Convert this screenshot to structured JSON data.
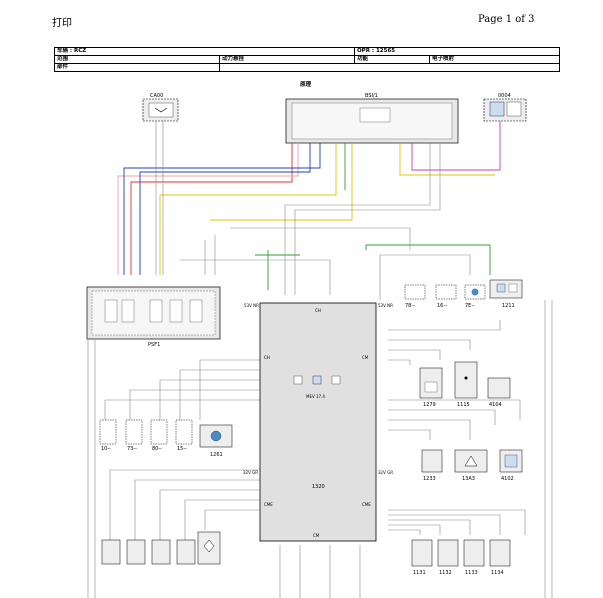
{
  "header": {
    "left": "打印",
    "right": "Page 1 of 3"
  },
  "info": {
    "vehicle": "车辆 : RCZ",
    "opr": "OPR : 12565",
    "scope_label": "范围",
    "scope_value": "动力悬挂",
    "function_label": "功能",
    "function_value": "电子喷射",
    "part_label": "部件"
  },
  "diagram": {
    "title": "原理",
    "components": {
      "ca00": "CA00",
      "bsi1": "BSI/1",
      "c0004": "0004",
      "psf1": "PSF1",
      "c1320": "1320",
      "mev": "MEV 17.4",
      "c1211": "1211",
      "c78": "78--",
      "c16": "16--",
      "c7e": "7E--",
      "c10": "10--",
      "c73": "73--",
      "c80": "80--",
      "c15": "15--",
      "c1261": "1261",
      "c1279": "1279",
      "c1115": "1115",
      "c4104": "4104",
      "c1233": "1233",
      "c13a3": "13A3",
      "c4102": "4102",
      "c1131": "1131",
      "c1132": "1132",
      "c1133": "1133",
      "c1134": "1134",
      "ch": "CH",
      "cm": "CM",
      "cme": "CME",
      "connA": "53V NR",
      "connB": "53V NR",
      "connC": "32V GR",
      "connD": "32V GR"
    }
  },
  "colors": {
    "red": "#e03030",
    "blue": "#2040c0",
    "yellow": "#e0c800",
    "green": "#30a030",
    "magenta": "#c040c0",
    "pink": "#f0a0b0",
    "grey": "#888888"
  }
}
